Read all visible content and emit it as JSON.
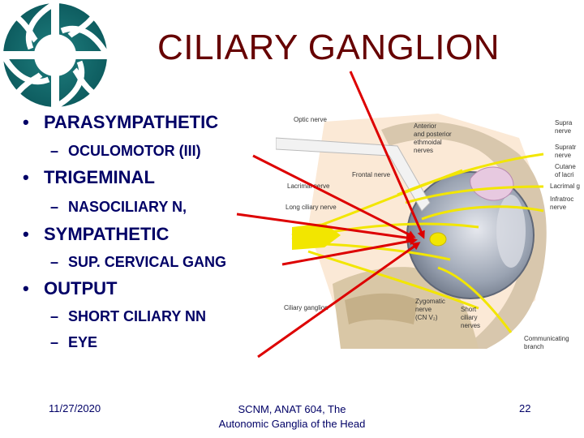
{
  "slide": {
    "title": "CILIARY GANGLION",
    "bullets": [
      {
        "label": "PARASYMPATHETIC",
        "sub": [
          "OCULOMOTOR (III)"
        ]
      },
      {
        "label": "TRIGEMINAL",
        "sub": [
          "NASOCILIARY N,"
        ]
      },
      {
        "label": "SYMPATHETIC",
        "sub": [
          "SUP. CERVICAL GANG"
        ]
      },
      {
        "label": "OUTPUT",
        "sub": [
          "SHORT CILIARY NN",
          "EYE"
        ]
      }
    ],
    "bullet_marker": "•",
    "dash_marker": "–"
  },
  "figure": {
    "labels": {
      "optic_nerve": "Optic nerve",
      "anterior": "Anterior",
      "and_posterior": "and posterior",
      "ethmoidal": "ethmoidal",
      "nerves": "nerves",
      "supra": "Supra",
      "nerve": "nerve",
      "supratr": "Supratr",
      "nerve2": "nerve",
      "cutane": "Cutane",
      "of_lacri": "of lacri",
      "lacrimal": "Lacrimal g",
      "frontal_nerve": "Frontal nerve",
      "lacrimal_nerve": "Lacrimal nerve",
      "infratrochlear": "Infratroc",
      "nerve3": "nerve",
      "long_ciliary": "Long ciliary nerve",
      "ciliary_ganglion": "Ciliary ganglion",
      "zygomatic": "Zygomatic",
      "zyg_nerve": "nerve",
      "cn": "(CN V₂)",
      "short": "Short",
      "ciliary": "ciliary",
      "nerves2": "nerves",
      "communicating": "Communicating",
      "branch": "branch"
    }
  },
  "footer": {
    "date": "11/27/2020",
    "course_line1": "SCNM, ANAT 604, The",
    "course_line2": "Autonomic  Ganglia of the Head",
    "page": "22"
  },
  "colors": {
    "title": "#660000",
    "text": "#000066",
    "arrow": "#dd0000",
    "nerve": "#f2e600"
  }
}
